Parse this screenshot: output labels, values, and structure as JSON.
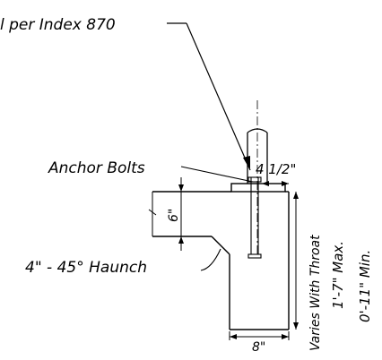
{
  "labels": {
    "post_note": "l per Index 870",
    "anchor_bolts": "Anchor Bolts",
    "bolt_dim": "4 1/2\"",
    "depth_dim": "6\"",
    "haunch": "4\" - 45° Haunch",
    "width_dim": "8\"",
    "varies_note": "Varies With Throat",
    "max_height": "1'-7\" Max.",
    "min_height": "0'-11\" Min."
  },
  "colors": {
    "ink": "#000000",
    "background": "#ffffff"
  }
}
